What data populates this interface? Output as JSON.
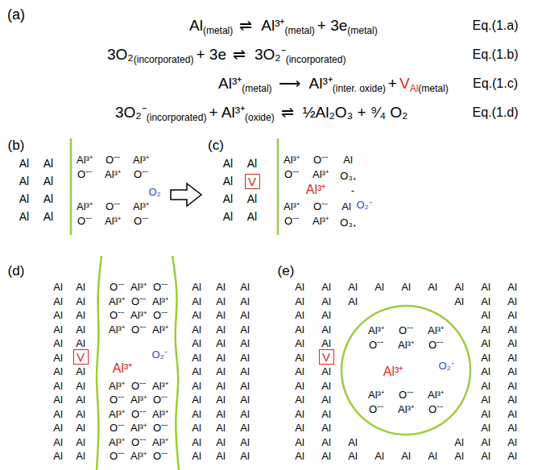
{
  "diagram": {
    "nodes": [
      {
        "text": [
          "V"
        ]
      },
      {
        "text": [
          "O⁻⁻",
          "Al³⁺",
          "O⁻⁻",
          "Al³⁺",
          "O⁻⁻",
          "Al³⁺",
          "O⁻⁻",
          "Al³⁺",
          "O⁻⁻",
          "Al³⁺",
          "O⁻⁻",
          "Al³⁺",
          "O₂⁻",
          "Al³⁺",
          "Al³⁺",
          "O⁻⁻",
          "Al³⁺",
          "O⁻⁻",
          "Al³⁺",
          "O⁻⁻",
          "Al³⁺",
          "O⁻⁻",
          "Al³⁺",
          "O⁻⁻",
          "Al³⁺",
          "O⁻⁻",
          "Al³⁺",
          "O⁻⁻",
          "Al³⁺",
          "O⁻⁻",
          "Al³⁺",
          "O⁻⁻"
        ]
      },
      {
        "text": [
          "V"
        ]
      },
      {
        "text": [
          "Al³⁺",
          "O⁻⁻",
          "Al³⁺",
          "O⁻⁻",
          "Al³⁺",
          "O⁻⁻",
          "Al³⁺",
          "O₂⁻",
          "Al³⁺",
          "O⁻⁻",
          "Al³⁺",
          "O⁻⁻",
          "Al³⁺",
          "O⁻⁻"
        ]
      },
      {
        "text": [
          "V"
        ]
      }
    ],
    "labels": [
      "(a)",
      "Al",
      "(metal)",
      "⇌",
      "Al³⁺",
      "(metal)",
      "+ 3e",
      "(metal)",
      "Eq.(1.a)",
      "3O₂",
      "(incorporated)",
      "+ 3e",
      "⇌",
      "3O₂⁻",
      "(incorporated)",
      "Eq.(1.b)",
      "Al³⁺",
      "(metal)",
      "⟶",
      "Al³⁺",
      "(inter. oxide)",
      "+",
      "V",
      "Al",
      "(metal)",
      "Eq.(1.c)",
      "3O₂⁻",
      "(incorporated)",
      "+ Al³⁺",
      "(oxide)",
      "⇌",
      "½Al₂O₃ + ⁹⁄₄ O₂",
      "Eq.(1.d)",
      "(b)",
      "Al",
      "Al",
      "Al",
      "Al",
      "Al",
      "Al",
      "Al",
      "Al",
      "Al³⁺",
      "O⁻⁻",
      "Al³⁺",
      "O⁻⁻",
      "Al³⁺",
      "O⁻⁻",
      "O₂",
      "Al³⁺",
      "O⁻⁻",
      "Al³⁺",
      "O⁻⁻",
      "Al³⁺",
      "O⁻⁻",
      "(c)",
      "Al",
      "Al",
      "Al",
      "Al",
      "Al",
      "Al",
      "Al",
      "Al³⁺",
      "O⁻⁻",
      "Al",
      "O⁻⁻",
      "Al³⁺",
      "O₃₊",
      "Al³⁺",
      "-",
      "Al³⁺",
      "O⁻⁻",
      "Al",
      "O₂⁻",
      "O⁻⁻",
      "Al³⁺",
      "O₃₊",
      "(d)",
      "Al",
      "Al",
      "Al",
      "Al",
      "Al",
      "Al",
      "Al",
      "Al",
      "Al",
      "Al",
      "Al",
      "Al",
      "Al",
      "Al",
      "Al",
      "Al",
      "Al",
      "Al",
      "Al",
      "Al",
      "Al",
      "Al",
      "Al",
      "Al",
      "Al",
      "Al",
      "Al",
      "Al",
      "Al",
      "Al",
      "Al",
      "Al",
      "Al",
      "Al",
      "Al",
      "Al",
      "Al",
      "Al",
      "Al",
      "Al",
      "Al",
      "Al",
      "Al",
      "Al",
      "Al",
      "Al",
      "Al",
      "Al",
      "Al",
      "Al",
      "Al",
      "Al",
      "Al",
      "Al",
      "Al",
      "Al",
      "Al",
      "Al",
      "Al",
      "Al",
      "Al",
      "Al",
      "Al",
      "Al",
      "(e)",
      "Al",
      "Al",
      "Al",
      "Al",
      "Al",
      "Al",
      "Al",
      "Al",
      "Al",
      "Al",
      "Al",
      "Al",
      "Al",
      "Al",
      "Al",
      "Al",
      "Al",
      "Al",
      "Al",
      "Al",
      "Al",
      "Al",
      "Al",
      "Al",
      "Al",
      "Al",
      "Al",
      "Al",
      "Al",
      "Al",
      "Al",
      "Al",
      "Al",
      "Al",
      "Al",
      "Al",
      "Al",
      "Al",
      "Al",
      "Al",
      "Al",
      "Al",
      "Al",
      "Al",
      "Al",
      "Al",
      "Al",
      "Al",
      "Al",
      "Al",
      "Al",
      "Al",
      "Al",
      "Al",
      "Al",
      "Al",
      "Al",
      "Al",
      "Al",
      "Al",
      "Al",
      "Al",
      "Al",
      "Al",
      "Al"
    ]
  }
}
